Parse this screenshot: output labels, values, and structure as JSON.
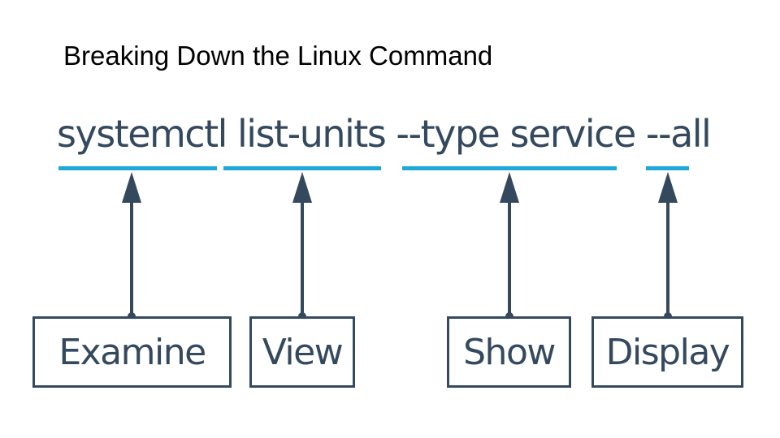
{
  "title": "Breaking Down the Linux Command",
  "command": "systemctl list-units --type service --all",
  "parts": [
    {
      "token": "systemctl",
      "label": "Examine"
    },
    {
      "token": "list-units",
      "label": "View"
    },
    {
      "token": "--type service",
      "label": "Show"
    },
    {
      "token": "--all",
      "label": "Display"
    }
  ],
  "colors": {
    "text": "#34495e",
    "underline": "#1fa9d8",
    "title": "#000000"
  }
}
